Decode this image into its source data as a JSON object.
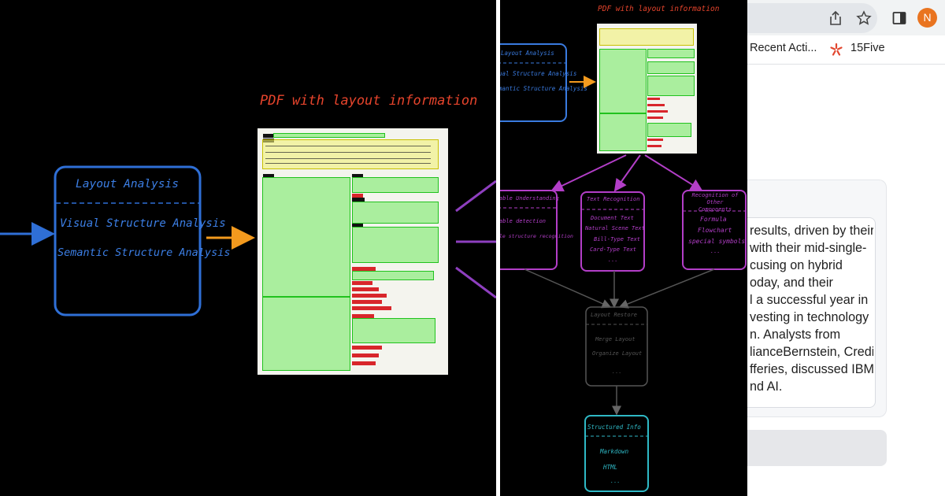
{
  "left_diagram": {
    "title": "PDF with layout information",
    "box_items": [
      "Layout Analysis",
      "Visual Structure Analysis",
      "Semantic Structure Analysis"
    ],
    "colors": {
      "box": "#2f6fd6",
      "arrow_in": "#2f6fd6",
      "arrow_out": "#f39a1e",
      "title": "#e6442c",
      "branch": "#8e3fbf"
    }
  },
  "middle_diagram": {
    "title": "PDF with layout information",
    "top_box": [
      "Layout Analysis",
      "ual Structure Analysis",
      "mantic Structure Analysis"
    ],
    "table_box": {
      "items": [
        "able Understanding",
        "able detection",
        "le structure recognition"
      ]
    },
    "text_box": {
      "items": [
        "Text Recognition",
        "Document Text",
        "Natural Scene Text",
        "Bill-Type Text",
        "Card-Type Text",
        "..."
      ]
    },
    "other_box": {
      "items": [
        "Recognition of Other Components",
        "Formula",
        "Flowchart",
        "special symbols",
        "..."
      ]
    },
    "restore_box": {
      "items": [
        "Layout Restore",
        "Merge Layout",
        "Organize Layout",
        "..."
      ]
    },
    "structured_box": {
      "items": [
        "Structured Info",
        "Markdown",
        "HTML",
        "..."
      ]
    },
    "colors": {
      "purple": "#b33ec8",
      "cyan": "#2fb9c6",
      "blue": "#3a7be0",
      "orange": "#f39a1e",
      "title": "#e6442c",
      "grey": "#555555"
    }
  },
  "browser": {
    "avatar_letter": "N",
    "avatar_color": "#e97420",
    "bookmarks": [
      {
        "label": "Recent Acti..."
      },
      {
        "label": "15Five"
      }
    ],
    "article_lines": [
      "results, driven by their",
      "with their mid-single-",
      "cusing on hybrid",
      "oday, and their",
      "l a successful year in",
      "vesting in technology",
      "n. Analysts from",
      "lianceBernstein, Credit",
      "fferies, discussed IBM's",
      "nd AI."
    ]
  }
}
